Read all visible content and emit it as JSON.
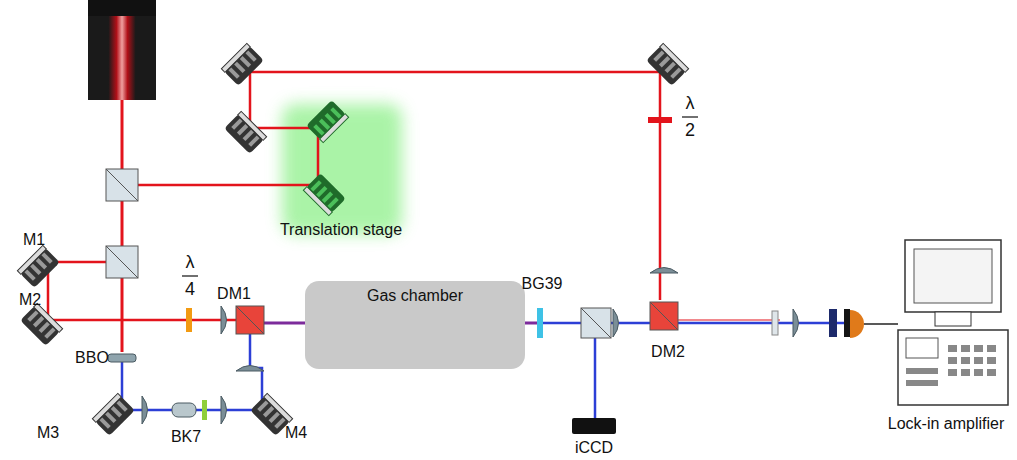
{
  "diagram": {
    "nodes": [
      {
        "text": [
          "Translation stage"
        ]
      },
      {
        "text": [
          "Gas chamber"
        ]
      }
    ],
    "labels": [
      "M1",
      "M2",
      "BBO",
      "M3",
      "BK7",
      "M4",
      "λ",
      "4",
      "DM1",
      "BG39",
      "iCCD",
      "λ",
      "2",
      "DM2",
      "Lock-in amplifier"
    ]
  }
}
